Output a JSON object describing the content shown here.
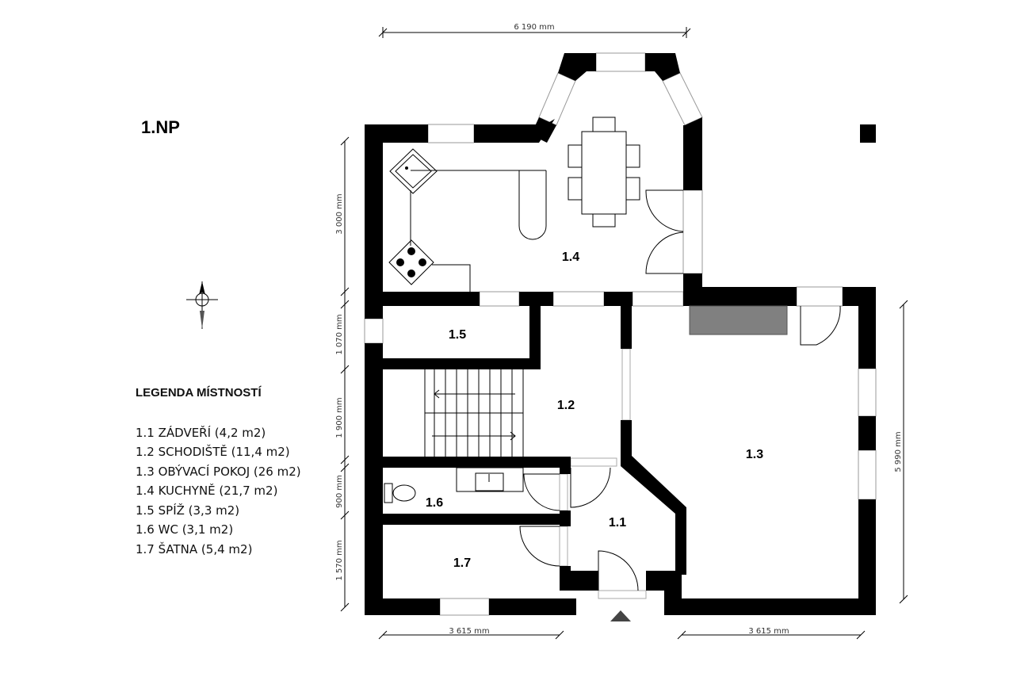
{
  "title": "1.NP",
  "dimensions": {
    "top": "6 190 mm",
    "left": [
      "3 000 mm",
      "1 070 mm",
      "1 900 mm",
      "900 mm",
      "1 570 mm"
    ],
    "bottom_left": "3 615 mm",
    "bottom_right": "3 615 mm",
    "right": "5 990 mm"
  },
  "rooms": {
    "r11": "1.1",
    "r12": "1.2",
    "r13": "1.3",
    "r14": "1.4",
    "r15": "1.5",
    "r16": "1.6",
    "r17": "1.7"
  },
  "legend": {
    "heading": "LEGENDA MÍSTNOSTÍ",
    "items": [
      "1.1 ZÁDVEŘÍ (4,2 m2)",
      "1.2 SCHODIŠTĚ (11,4 m2)",
      "1.3 OBÝVACÍ POKOJ (26 m2)",
      "1.4 KUCHYNĚ (21,7 m2)",
      "1.5 SPÍŽ (3,3 m2)",
      "1.6 WC (3,1 m2)",
      "1.7 ŠATNA (5,4 m2)"
    ]
  }
}
